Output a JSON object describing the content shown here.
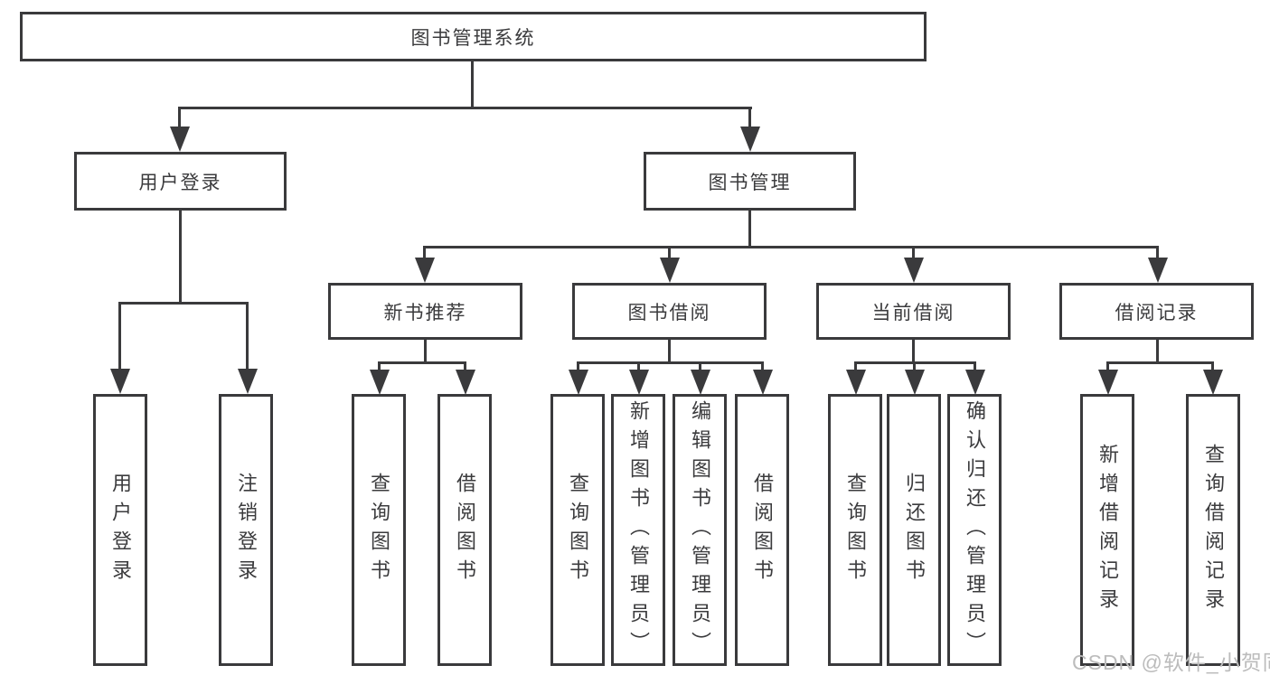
{
  "diagram_type": "hierarchy-tree",
  "colors": {
    "line": "#3a3a3c",
    "text": "#3b3b3d",
    "watermark_text_color": "#bcbcbc",
    "background": "#ffffff"
  },
  "tree": {
    "label": "图书管理系统",
    "children": [
      {
        "label": "用户登录",
        "children": [
          {
            "label": "用户登录"
          },
          {
            "label": "注销登录"
          }
        ]
      },
      {
        "label": "图书管理",
        "children": [
          {
            "label": "新书推荐",
            "children": [
              {
                "label": "查询图书"
              },
              {
                "label": "借阅图书"
              }
            ]
          },
          {
            "label": "图书借阅",
            "children": [
              {
                "label": "查询图书"
              },
              {
                "label": "新增图书（管理员）"
              },
              {
                "label": "编辑图书（管理员）"
              },
              {
                "label": "借阅图书"
              }
            ]
          },
          {
            "label": "当前借阅",
            "children": [
              {
                "label": "查询图书"
              },
              {
                "label": "归还图书"
              },
              {
                "label": "确认归还（管理员）"
              }
            ]
          },
          {
            "label": "借阅记录",
            "children": [
              {
                "label": "新增借阅记录"
              },
              {
                "label": "查询借阅记录"
              }
            ]
          }
        ]
      }
    ]
  },
  "watermark": {
    "text": "CSDN @软件_小贺同学"
  }
}
